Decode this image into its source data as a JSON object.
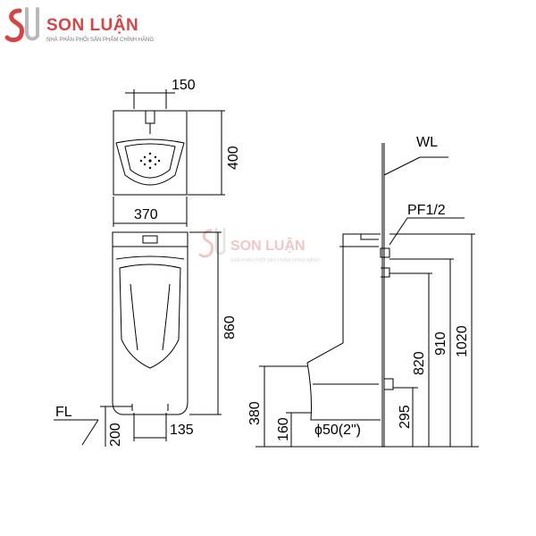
{
  "brand": {
    "name": "SON LUẬN",
    "tagline": "NHÀ PHÂN PHỐI SẢN PHẨM CHÍNH HÃNG",
    "accent_color": "#d64545",
    "logo_icon": "su-monogram-icon"
  },
  "watermark": {
    "name": "SON LUẬN",
    "tagline": "NHÀ PHÂN PHỐI SẢN PHẨM CHÍNH HÃNG"
  },
  "front_view": {
    "top_width": "150",
    "bowl_height": "400",
    "bowl_width": "370",
    "body_height": "860",
    "bottom_height": "200",
    "bottom_width": "135"
  },
  "side_view": {
    "wall_label": "WL",
    "pipe_label": "PF1/2",
    "height_380": "380",
    "height_160": "160",
    "outlet": "ϕ50(2\")",
    "height_295": "295",
    "height_820": "820",
    "height_910": "910",
    "height_1020": "1020"
  },
  "floor_label": "FL"
}
